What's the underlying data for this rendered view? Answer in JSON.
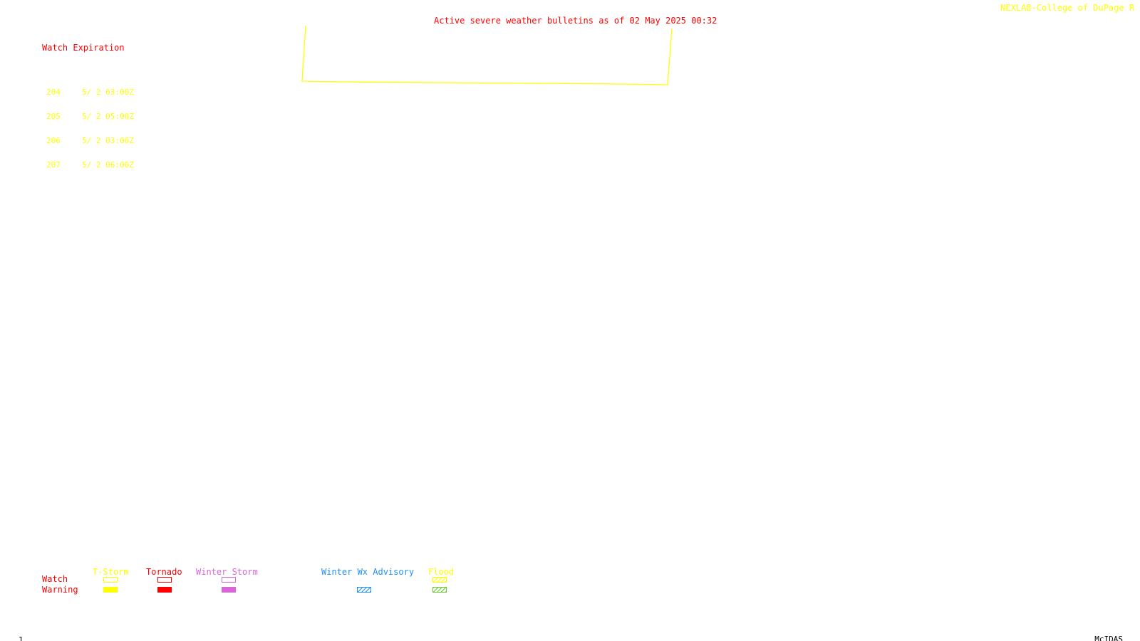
{
  "header": {
    "title": "Active severe weather bulletins as of 02 May 2025 00:32",
    "credit": "NEXLAB-College of DuPage R"
  },
  "watch_expiration": {
    "heading": "Watch Expiration",
    "watches": [
      {
        "number": "204",
        "expires": "5/ 2 03:00Z"
      },
      {
        "number": "205",
        "expires": "5/ 2 05:00Z"
      },
      {
        "number": "206",
        "expires": "5/ 2 03:00Z"
      },
      {
        "number": "207",
        "expires": "5/ 2 06:00Z"
      }
    ]
  },
  "legend": {
    "row_labels": {
      "watch": "Watch",
      "warning": "Warning"
    },
    "categories": [
      {
        "label": "T-Storm",
        "color": "#ffff00"
      },
      {
        "label": "Tornado",
        "color": "#ff0000"
      },
      {
        "label": "Winter Storm",
        "color": "#d966d9"
      },
      {
        "label": "Winter Wx Advisory",
        "color": "#1e90ff"
      },
      {
        "label": "Flood",
        "color": "#ffff00",
        "warning_color": "#66cc33"
      }
    ]
  },
  "colors": {
    "title": "#ff0000",
    "credit": "#ffff00",
    "watch_outline": "#ffff00",
    "background": "#ffffff"
  },
  "footer": {
    "frame_number": "1",
    "software": "McIDAS"
  }
}
